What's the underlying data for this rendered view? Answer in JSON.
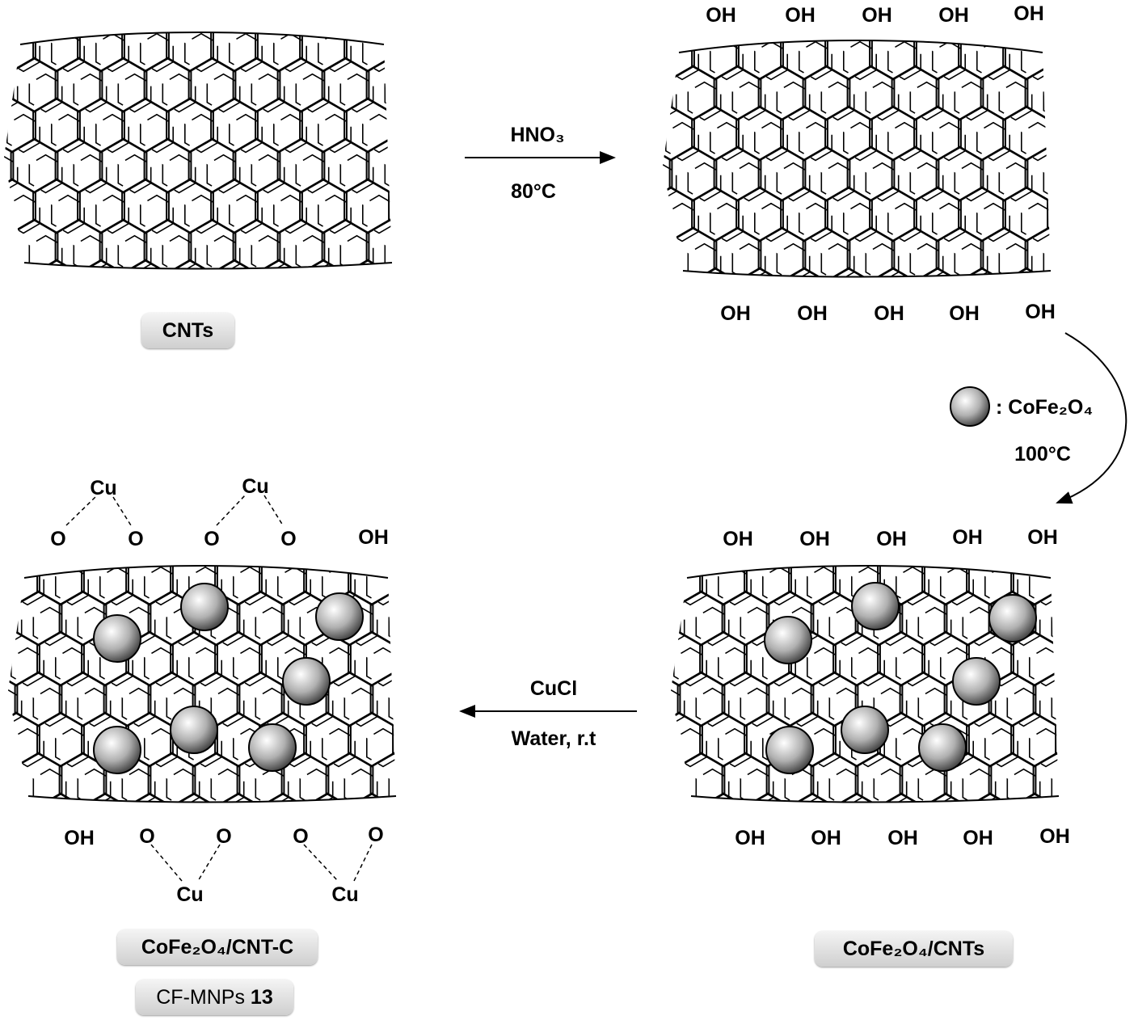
{
  "labels": {
    "cnts": "CNTs",
    "cofe_cnts": "CoFe₂O₄/CNTs",
    "cofe_cntc": "CoFe₂O₄/CNT-C",
    "cf_mnps": "CF-MNPs",
    "cf_mnps_num": "13"
  },
  "steps": {
    "step1_reagent": "HNO₃",
    "step1_condition": "80°C",
    "step2_legend": ": CoFe₂O₄",
    "step2_condition": "100°C",
    "step3_reagent": "CuCl",
    "step3_condition": "Water, r.t"
  },
  "groups": {
    "oh": "OH",
    "o": "O",
    "cu": "Cu"
  }
}
